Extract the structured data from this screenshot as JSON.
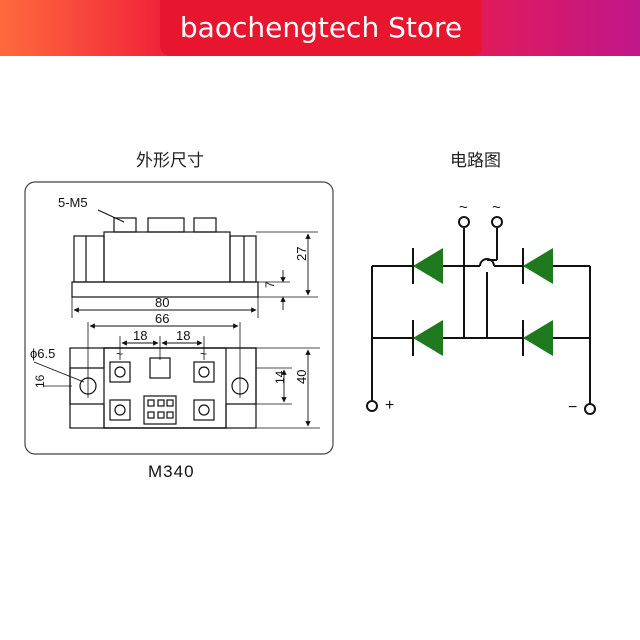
{
  "header": {
    "store_name": "baochengtech Store",
    "banner_color": "#e8152f"
  },
  "outline_section": {
    "title": "外形尺寸",
    "model": "M340"
  },
  "circuit_section": {
    "title": "电路图"
  },
  "dimensions": {
    "screws": "5-M5",
    "hole": "ϕ6.5",
    "total_length": "80",
    "hole_pitch": "66",
    "terminal_pitch_left": "18",
    "terminal_pitch_right": "18",
    "height_total": "27",
    "base_height": "7",
    "width": "40",
    "inner_width": "14",
    "hole_offset": "16"
  },
  "circuit": {
    "ac_left": "~",
    "ac_right": "~",
    "plus": "+",
    "minus": "−",
    "diode_color": "#1f7a1f"
  }
}
